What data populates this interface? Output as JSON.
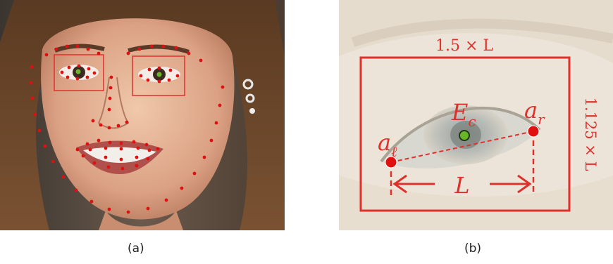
{
  "panel_a": {
    "caption": "(a)"
  },
  "panel_b": {
    "caption": "(b)",
    "width_label": "1.5 × L",
    "height_label": "1.125 × L",
    "eye_center_label": "E",
    "eye_center_sub": "c",
    "right_corner_label": "a",
    "right_corner_sub": "r",
    "left_corner_label": "a",
    "left_corner_sub": "ℓ",
    "distance_label": "L"
  },
  "colors": {
    "landmark": "#e01010",
    "box": "#e0302c",
    "eye_center": "#6ab62a",
    "panel_b_bg": "#ece4d8"
  }
}
